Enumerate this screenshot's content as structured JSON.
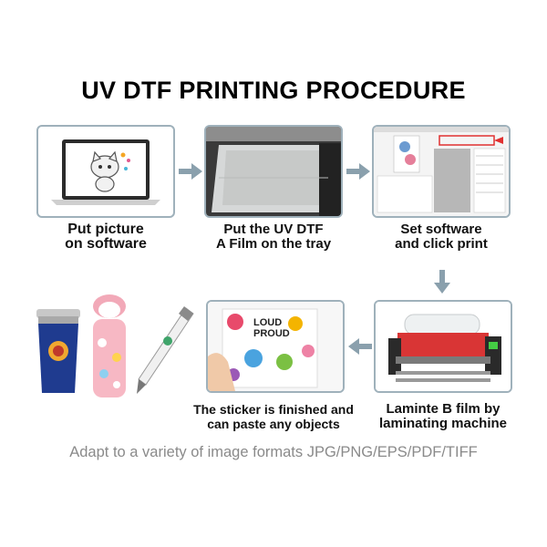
{
  "title": "UV DTF PRINTING PROCEDURE",
  "steps": [
    {
      "line1": "Put picture",
      "line2": "on software"
    },
    {
      "line1": "Put the UV DTF",
      "line2": "A Film on the tray"
    },
    {
      "line1": "Set software",
      "line2": "and click print"
    },
    {
      "line1": "Laminte B film by",
      "line2": "laminating machine"
    },
    {
      "line1": "The sticker is finished and",
      "line2": "can paste any objects"
    }
  ],
  "sticker_text": {
    "a": "LOUD",
    "b": "PROUD"
  },
  "footer": "Adapt to a variety of image formats JPG/PNG/EPS/PDF/TIFF",
  "colors": {
    "border": "#9fb1bb",
    "arrow": "#8aa0ad",
    "footer": "#8a8a8a"
  }
}
